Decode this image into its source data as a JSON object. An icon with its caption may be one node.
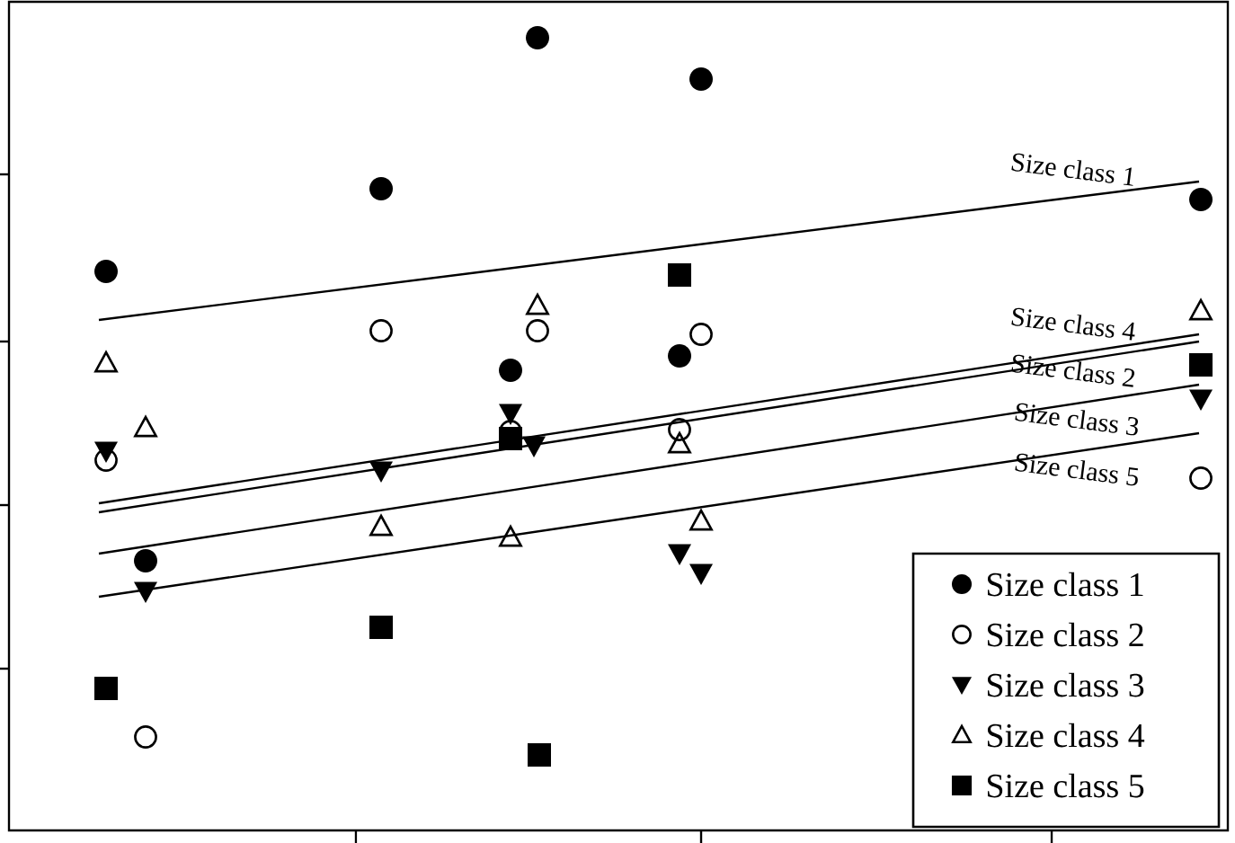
{
  "diagram": {
    "labels": [
      "Size class 1",
      "Size class 4",
      "Size class 2",
      "Size class 3",
      "Size class 5"
    ],
    "legend": [
      {
        "text": "Size class 1"
      },
      {
        "text": "Size class 2"
      },
      {
        "text": "Size class 3"
      },
      {
        "text": "Size class 4"
      },
      {
        "text": "Size class 5"
      }
    ]
  }
}
